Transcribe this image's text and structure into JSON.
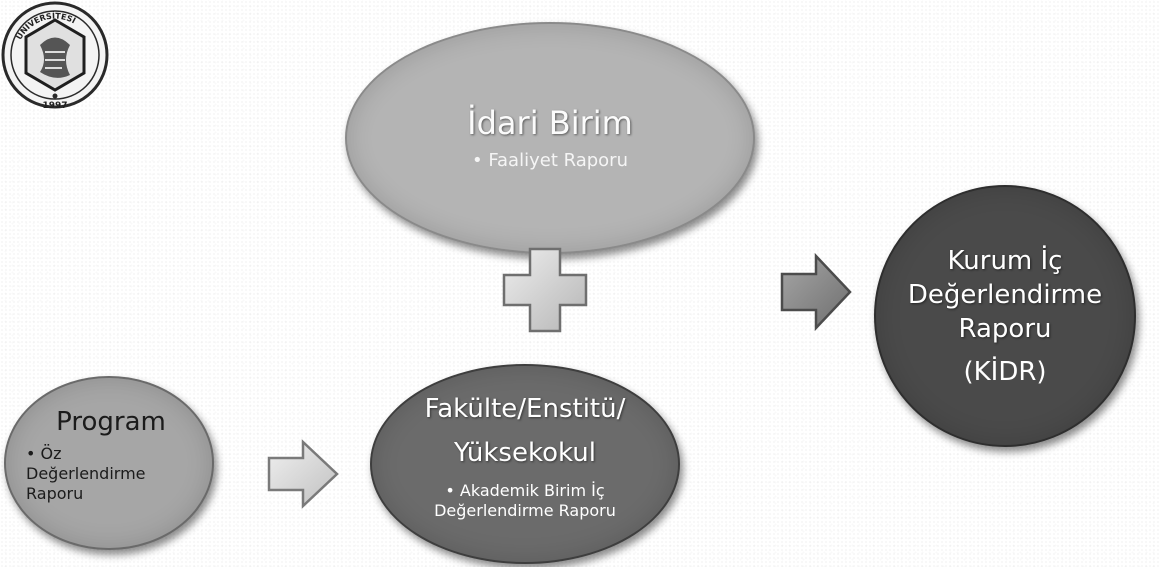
{
  "logo": {
    "year": "1997",
    "top_text": "ÜNİVERSİTESİ"
  },
  "nodes": {
    "idari": {
      "title": "İdari Birim",
      "bullet": "Faaliyet Raporu"
    },
    "program": {
      "title": "Program",
      "bullet": "Öz Değerlendirme Raporu"
    },
    "fakulte": {
      "title": "Fakülte/Enstitü/ Yüksekokul",
      "bullet": "Akademik Birim İç Değerlendirme Raporu"
    },
    "kidr": {
      "title": "Kurum İç Değerlendirme Raporu",
      "subtitle": "(KİDR)"
    }
  },
  "connectors": {
    "plus": "plus-icon",
    "arrow_program_to_fakulte": "right-arrow-icon",
    "arrow_to_kidr": "right-arrow-icon"
  },
  "colors": {
    "idari": "#b4b4b4",
    "program": "#a6a6a6",
    "fakulte": "#6b6b6b",
    "kidr": "#4a4a4a",
    "arrow_light": "#d6d6d6",
    "arrow_dark": "#8c8c8c"
  }
}
